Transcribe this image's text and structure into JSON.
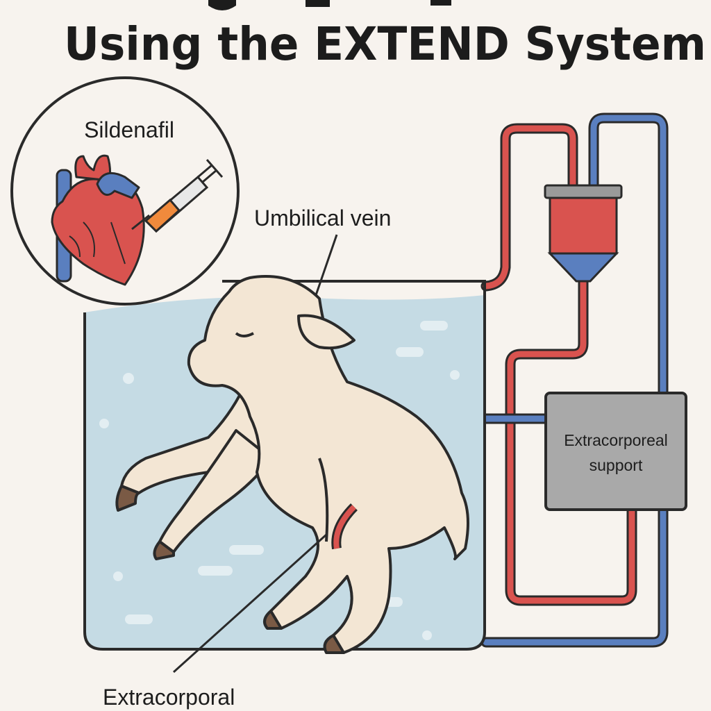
{
  "title": "Using the EXTEND System",
  "labels": {
    "inset": "Sildenafil",
    "umbilical": "Umbilical vein",
    "support_line1": "Extracorporeal",
    "support_line2": "support",
    "bottom": "Extracorporal"
  },
  "colors": {
    "background": "#f7f3ee",
    "water": "#c5dbe4",
    "red_tube": "#d9534f",
    "blue_tube": "#5a7fbf",
    "lamb": "#f3e6d4",
    "box": "#a9a9a9"
  }
}
